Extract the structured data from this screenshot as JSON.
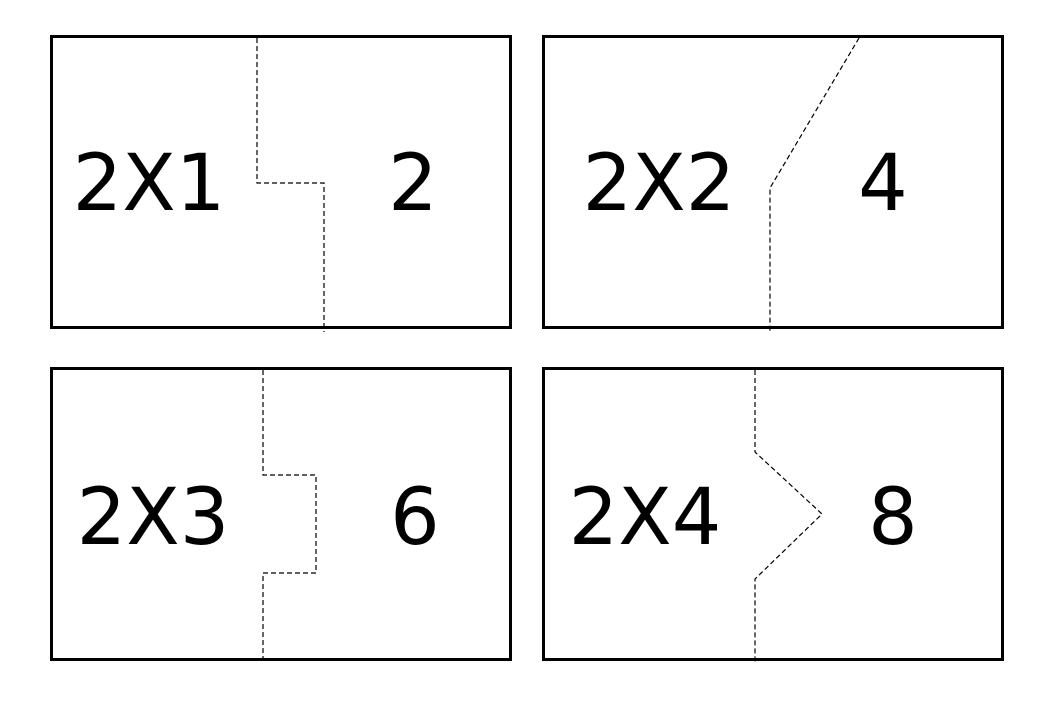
{
  "cards": [
    {
      "question": "2X1",
      "answer": "2"
    },
    {
      "question": "2X2",
      "answer": "4"
    },
    {
      "question": "2X3",
      "answer": "6"
    },
    {
      "question": "2X4",
      "answer": "8"
    }
  ]
}
